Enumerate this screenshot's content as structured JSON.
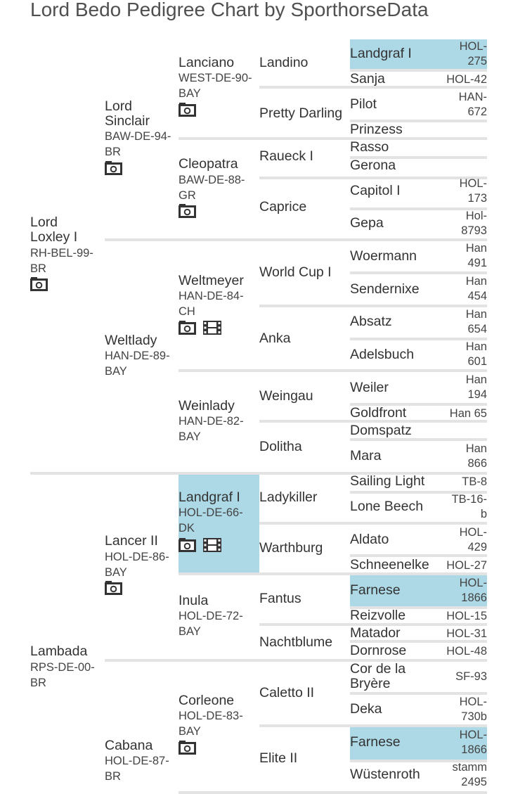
{
  "page": {
    "title": "Lord Bedo Pedigree Chart by SporthorseData"
  },
  "icons": {
    "photo": "camera-icon",
    "video": "film-icon"
  },
  "colors": {
    "highlight": "#add8e6",
    "divider": "#e3e3e3",
    "text": "#333333"
  },
  "pedigree": {
    "g1": [
      {
        "name": "Lord Loxley I",
        "reg": "RH-BEL-99-BR"
      },
      {
        "name": "Lambada",
        "reg": "RPS-DE-00-BR"
      }
    ],
    "g2": [
      {
        "name": "Lord Sinclair",
        "reg": "BAW-DE-94-BR"
      },
      {
        "name": "Weltlady",
        "reg": "HAN-DE-89-BAY"
      },
      {
        "name": "Lancer II",
        "reg": "HOL-DE-86-BAY"
      },
      {
        "name": "Cabana",
        "reg": "HOL-DE-87-BR"
      }
    ],
    "g3": [
      {
        "name": "Lanciano",
        "reg": "WEST-DE-90-BAY"
      },
      {
        "name": "Cleopatra",
        "reg": "BAW-DE-88-GR"
      },
      {
        "name": "Weltmeyer",
        "reg": "HAN-DE-84-CH"
      },
      {
        "name": "Weinlady",
        "reg": "HAN-DE-82-BAY"
      },
      {
        "name": "Landgraf I",
        "reg": "HOL-DE-66-DK"
      },
      {
        "name": "Inula",
        "reg": "HOL-DE-72-BAY"
      },
      {
        "name": "Corleone",
        "reg": "HOL-DE-83-BAY"
      },
      {
        "name": ""
      }
    ],
    "g4": [
      {
        "name": "Landino"
      },
      {
        "name": "Pretty Darling"
      },
      {
        "name": "Raueck I"
      },
      {
        "name": "Caprice"
      },
      {
        "name": "World Cup I"
      },
      {
        "name": "Anka"
      },
      {
        "name": "Weingau"
      },
      {
        "name": "Dolitha"
      },
      {
        "name": "Ladykiller"
      },
      {
        "name": "Warthburg"
      },
      {
        "name": "Fantus"
      },
      {
        "name": "Nachtblume"
      },
      {
        "name": "Caletto II"
      },
      {
        "name": "Elite II"
      }
    ],
    "g5": [
      {
        "name": "Landgraf I",
        "reg1": "HOL-",
        "reg2": "275"
      },
      {
        "name": "Sanja",
        "reg1": "HOL-42",
        "reg2": ""
      },
      {
        "name": "Pilot",
        "reg1": "HAN-",
        "reg2": "672"
      },
      {
        "name": "Prinzess",
        "reg1": "",
        "reg2": ""
      },
      {
        "name": "Rasso",
        "reg1": "",
        "reg2": ""
      },
      {
        "name": "Gerona",
        "reg1": "",
        "reg2": ""
      },
      {
        "name": "Capitol I",
        "reg1": "HOL-",
        "reg2": "173"
      },
      {
        "name": "Gepa",
        "reg1": "Hol-",
        "reg2": "8793"
      },
      {
        "name": "Woermann",
        "reg1": "Han",
        "reg2": "491"
      },
      {
        "name": "Sendernixe",
        "reg1": "Han",
        "reg2": "454"
      },
      {
        "name": "Absatz",
        "reg1": "Han",
        "reg2": "654"
      },
      {
        "name": "Adelsbuch",
        "reg1": "Han",
        "reg2": "601"
      },
      {
        "name": "Weiler",
        "reg1": "Han",
        "reg2": "194"
      },
      {
        "name": "Goldfront",
        "reg1": "Han 65",
        "reg2": ""
      },
      {
        "name": "Domspatz",
        "reg1": "",
        "reg2": ""
      },
      {
        "name": "Mara",
        "reg1": "Han",
        "reg2": "866"
      },
      {
        "name": "Sailing Light",
        "reg1": "TB-8",
        "reg2": ""
      },
      {
        "name": "Lone Beech",
        "reg1": "TB-16-",
        "reg2": "b"
      },
      {
        "name": "Aldato",
        "reg1": "HOL-",
        "reg2": "429"
      },
      {
        "name": "Schneenelke",
        "reg1": "HOL-27",
        "reg2": ""
      },
      {
        "name": "Farnese",
        "reg1": "HOL-",
        "reg2": "1866"
      },
      {
        "name": "Reizvolle",
        "reg1": "HOL-15",
        "reg2": ""
      },
      {
        "name": "Matador",
        "reg1": "HOL-31",
        "reg2": ""
      },
      {
        "name": "Dornrose",
        "reg1": "HOL-48",
        "reg2": ""
      },
      {
        "name": "Cor de la Bryère",
        "reg1": "SF-93",
        "reg2": ""
      },
      {
        "name": "Deka",
        "reg1": "HOL-",
        "reg2": "730b"
      },
      {
        "name": "Farnese",
        "reg1": "HOL-",
        "reg2": "1866"
      },
      {
        "name": "Wüstenroth",
        "reg1": "stamm",
        "reg2": "2495"
      }
    ]
  }
}
